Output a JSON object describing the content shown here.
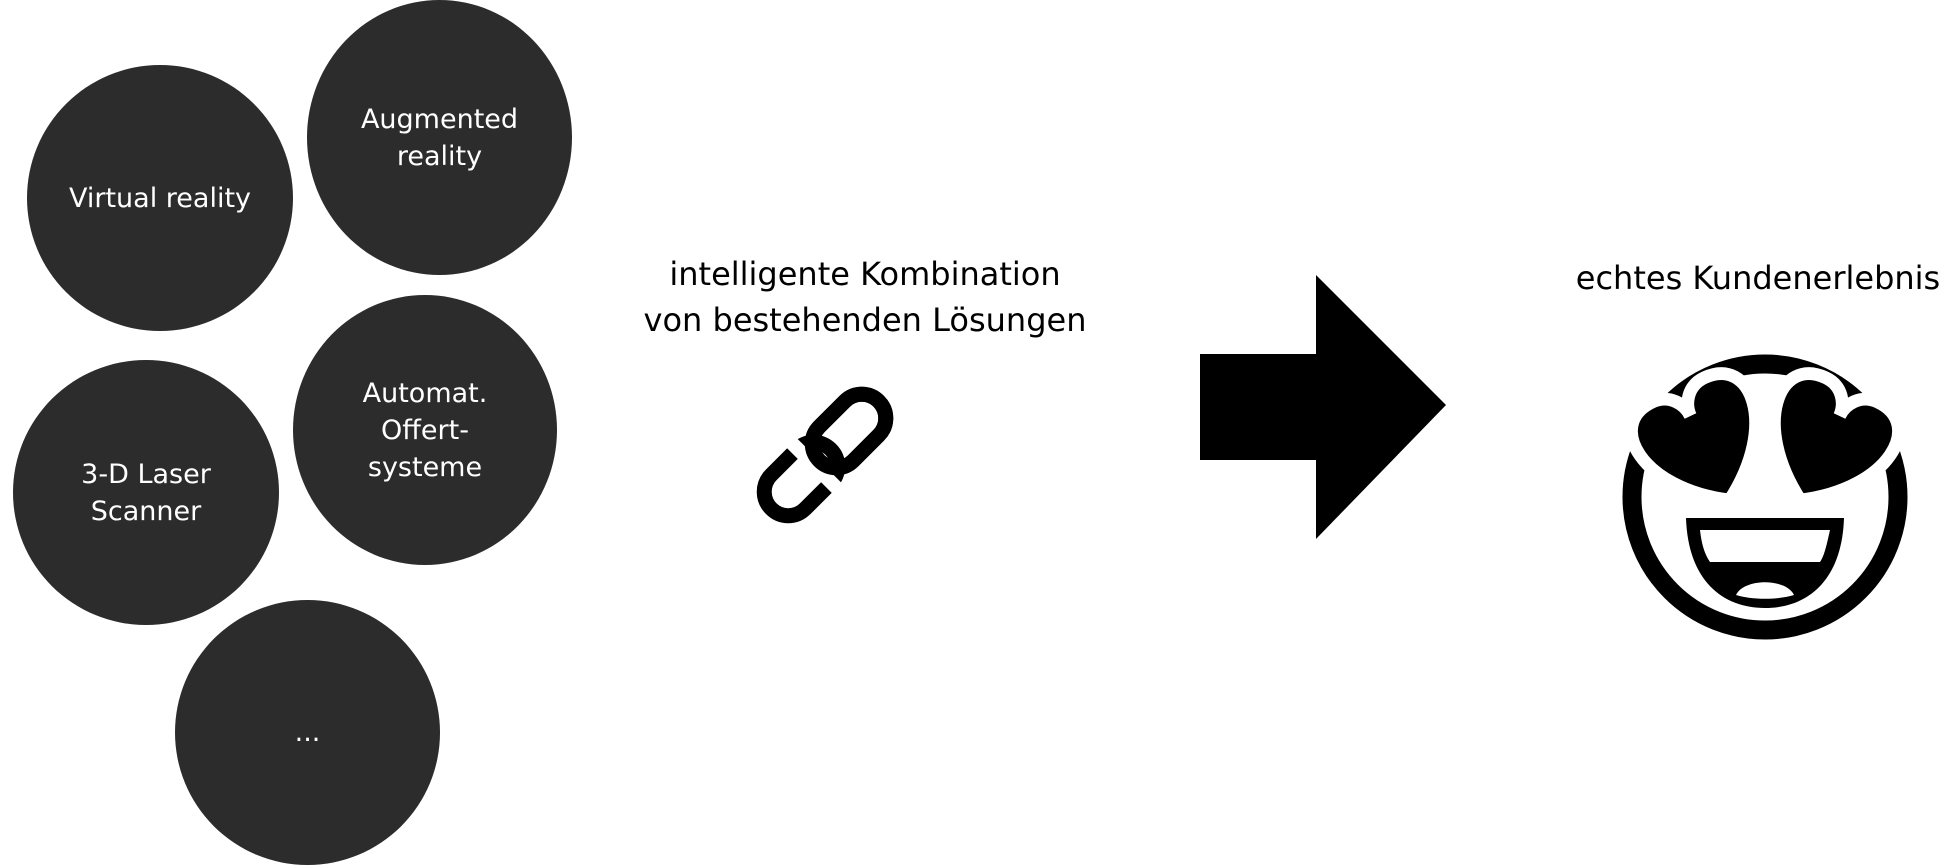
{
  "bubbles": {
    "virtual_reality": "Virtual reality",
    "augmented_reality": "Augmented\nreality",
    "automat_offertsysteme": "Automat.\nOffert-\nsysteme",
    "laser_scanner": "3-D Laser\nScanner",
    "more": "..."
  },
  "combination": {
    "caption": "intelligente Kombination\nvon bestehenden Lösungen",
    "icon": "link-icon"
  },
  "transition": {
    "icon": "arrow-right-icon"
  },
  "result": {
    "caption": "echtes Kundenerlebnis",
    "icon": "heart-eyes-smiley-icon"
  },
  "colors": {
    "bubble_fill": "#2c2c2c",
    "bubble_text": "#ffffff",
    "icon_fill": "#000000",
    "background": "#ffffff"
  }
}
